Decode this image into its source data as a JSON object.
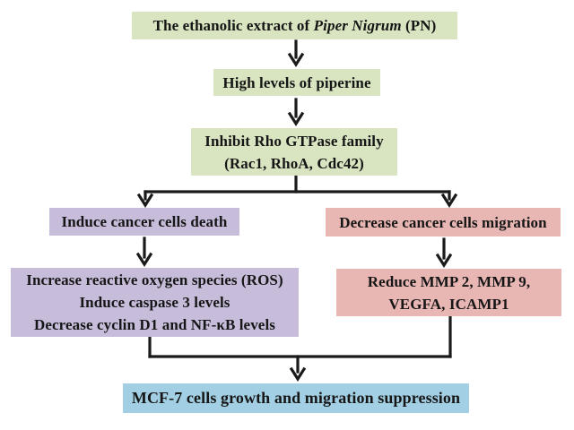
{
  "diagram_type": "flowchart",
  "colors": {
    "green_box": "#d9e5c1",
    "purple_box": "#c7bddb",
    "pink_box": "#e9b7b3",
    "blue_box": "#a2cfe3",
    "connector": "#1a1a1a",
    "background": "#ffffff"
  },
  "nodes": {
    "extract": {
      "prefix": "The ethanolic extract of ",
      "italic": "Piper Nigrum",
      "suffix": " (PN)"
    },
    "piperine": {
      "text": "High levels of piperine"
    },
    "gtpase": {
      "line1": "Inhibit Rho GTPase family",
      "line2": "(Rac1, RhoA, Cdc42)"
    },
    "death": {
      "text": "Induce cancer cells death"
    },
    "migration": {
      "text": "Decrease cancer cells migration"
    },
    "ros": {
      "line1": "Increase reactive oxygen species (ROS)",
      "line2": "Induce caspase 3 levels",
      "line3": "Decrease cyclin D1 and NF-κB levels"
    },
    "mmp": {
      "line1": "Reduce MMP 2, MMP 9,",
      "line2": "VEGFA, ICAMP1"
    },
    "mcf7": {
      "text": "MCF-7 cells growth and migration suppression"
    }
  },
  "edges": [
    {
      "from": "extract",
      "to": "piperine"
    },
    {
      "from": "piperine",
      "to": "gtpase"
    },
    {
      "from": "gtpase",
      "to": "death"
    },
    {
      "from": "gtpase",
      "to": "migration"
    },
    {
      "from": "death",
      "to": "ros"
    },
    {
      "from": "migration",
      "to": "mmp"
    },
    {
      "from": "ros",
      "to": "mcf7"
    },
    {
      "from": "mmp",
      "to": "mcf7"
    }
  ]
}
